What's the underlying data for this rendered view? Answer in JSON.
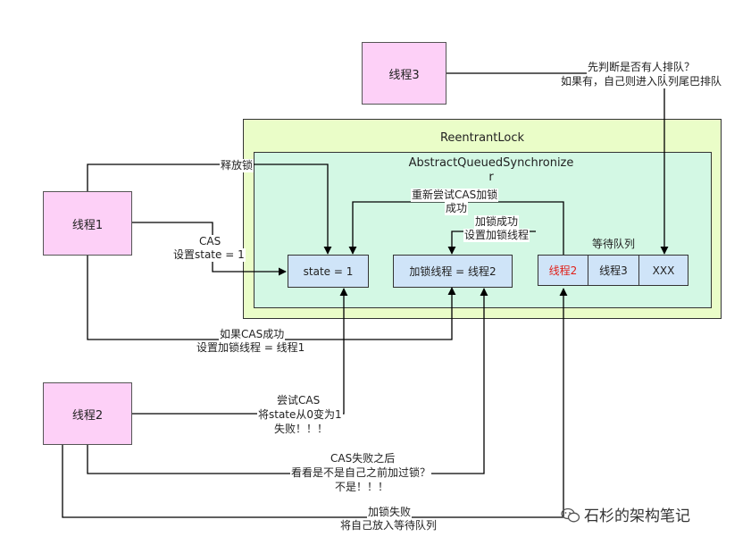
{
  "threads": {
    "t1": "线程1",
    "t2": "线程2",
    "t3": "线程3"
  },
  "lock": {
    "outer_title": "ReentrantLock",
    "inner_title_line1": "AbstractQueuedSynchronize",
    "inner_title_line2": "r",
    "state_cell": "state = 1",
    "owner_cell": "加锁线程 = 线程2",
    "queue_label": "等待队列",
    "queue": [
      "线程2",
      "线程3",
      "XXX"
    ],
    "queue_first_color": "#e0201a"
  },
  "labels": {
    "release": "释放锁",
    "cas_line1": "CAS",
    "cas_line2": "设置state = 1",
    "retry_line1": "重新尝试CAS加锁",
    "retry_line2": "成功",
    "lock_ok_line1": "加锁成功",
    "lock_ok_line2": "设置加锁线程",
    "if_cas_line1": "如果CAS成功",
    "if_cas_line2": "设置加锁线程 = 线程1",
    "try_line1": "尝试CAS",
    "try_line2": "将state从0变为1",
    "try_line3": "失败！！！",
    "after_line1": "CAS失败之后",
    "after_line2": "看看是不是自己之前加过锁？",
    "after_line3": "不是！！！",
    "fail_line1": "加锁失败",
    "fail_line2": "将自己放入等待队列",
    "t3_line1": "先判断是否有人排队？",
    "t3_line2": "如果有，自己则进入队列尾巴排队"
  },
  "watermark": "石杉的架构笔记",
  "colors": {
    "thread_fill": "#fdd0f7",
    "outer_fill": "#eafdc8",
    "inner_fill": "#d3f8e4",
    "cell_fill": "#cfe4f8"
  }
}
